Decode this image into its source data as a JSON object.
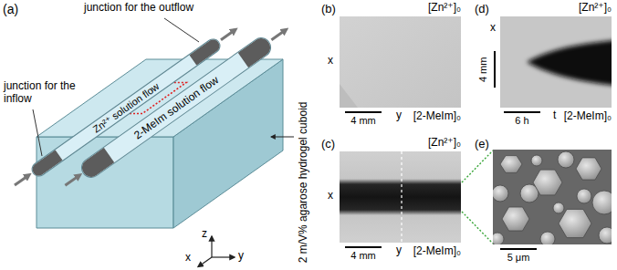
{
  "diagram": {
    "nodes": [
      {
        "text": [
          "Zn²⁺ solution flow"
        ]
      },
      {
        "text": [
          "2-MeIm solution flow"
        ]
      }
    ],
    "labels": [
      "(a)",
      "junction for the outflow",
      "junction for the inflow",
      "2 m/V% agarose hydrogel cuboid",
      "z",
      "x",
      "y",
      "(b)",
      "[Zn²⁺]₀",
      "x",
      "4 mm",
      "y",
      "[2-MeIm]₀",
      "(c)",
      "[Zn²⁺]₀",
      "x",
      "4 mm",
      "y",
      "[2-MeIm]₀",
      "(d)",
      "[Zn²⁺]₀",
      "x",
      "4 mm",
      "6 h",
      "t",
      "[2-MeIm]₀",
      "(e)",
      "5 μm"
    ]
  }
}
